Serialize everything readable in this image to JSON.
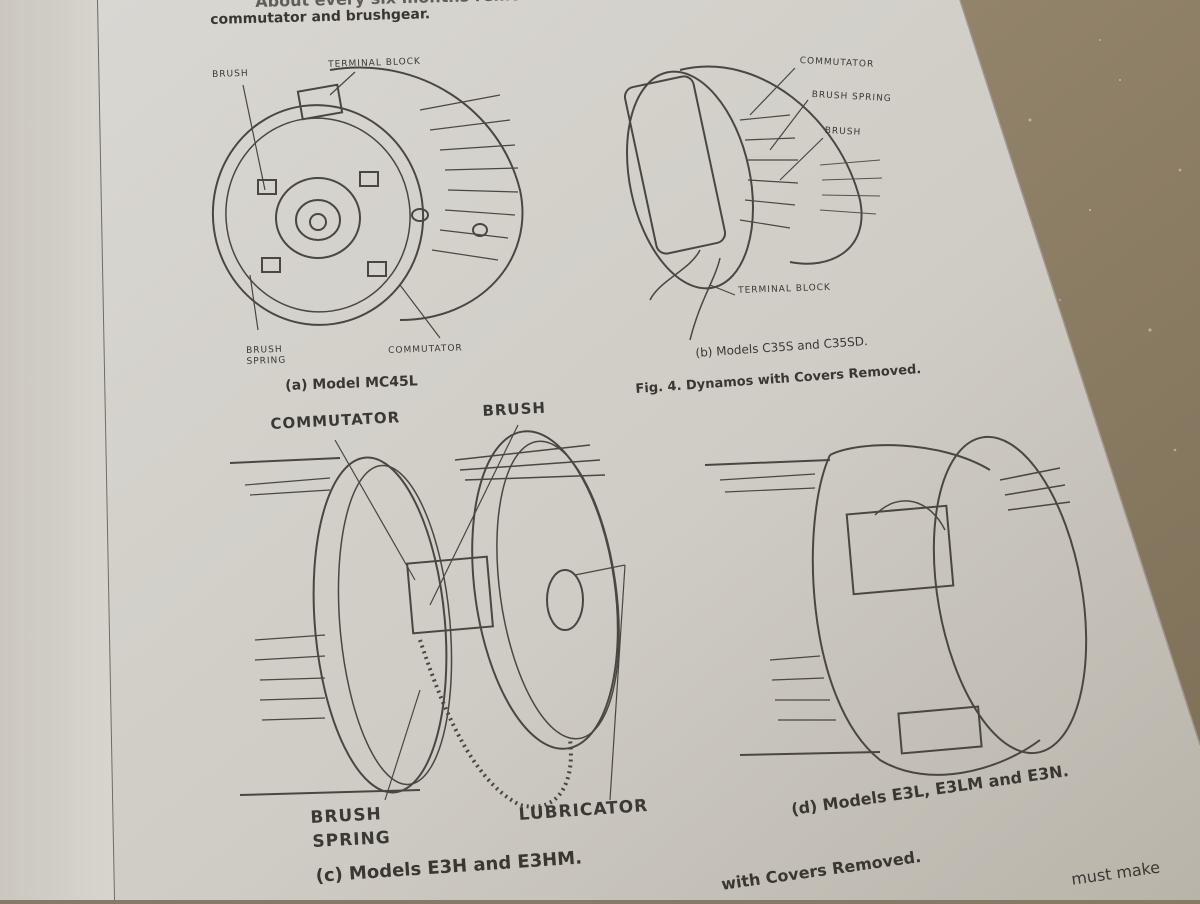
{
  "page": {
    "top_text_line1": "About every six months remove the cover",
    "top_text_line2": "commutator and brushgear.",
    "bottom_text_right": "must make"
  },
  "figure_a": {
    "labels": {
      "brush": "BRUSH",
      "terminal_block": "TERMINAL BLOCK",
      "brush_spring": "BRUSH SPRING",
      "commutator": "COMMUTATOR"
    },
    "caption": "(a)  Model MC45L"
  },
  "figure_b": {
    "labels": {
      "commutator": "COMMUTATOR",
      "brush_spring": "BRUSH SPRING",
      "brush": "BRUSH",
      "terminal_block": "TERMINAL BLOCK"
    },
    "caption": "(b)  Models C35S and C35SD."
  },
  "figure_group_caption": "Fig. 4. Dynamos with Covers Removed.",
  "figure_c": {
    "labels": {
      "commutator": "COMMUTATOR",
      "brush": "BRUSH",
      "brush_spring_line1": "BRUSH",
      "brush_spring_line2": "SPRING",
      "lubricator": "LUBRICATOR"
    },
    "caption": "(c)  Models E3H and E3HM."
  },
  "figure_d": {
    "caption": "(d)  Models E3L, E3LM and E3N."
  },
  "bottom_caption_fragment": "with Covers Removed."
}
